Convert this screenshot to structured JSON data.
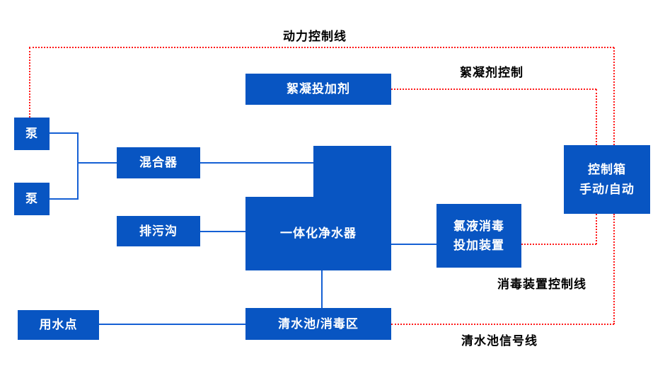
{
  "diagram": {
    "nodes": {
      "pump1": {
        "label": "泵"
      },
      "pump2": {
        "label": "泵"
      },
      "mixer": {
        "label": "混合器"
      },
      "flocculant": {
        "label": "絮凝投加剂"
      },
      "drain": {
        "label": "排污沟"
      },
      "purifier": {
        "label": "一体化净水器"
      },
      "chlorine": {
        "label_line1": "氯液消毒",
        "label_line2": "投加装置"
      },
      "control": {
        "label_line1": "控制箱",
        "label_line2": "手动/自动"
      },
      "clearwater": {
        "label": "清水池/消毒区"
      },
      "waterpoint": {
        "label": "用水点"
      }
    },
    "labels": {
      "power_control": "动力控制线",
      "flocculant_control": "絮凝剂控制",
      "disinfect_control": "消毒装置控制线",
      "clearwater_signal": "清水池信号线"
    },
    "colors": {
      "node_fill": "#0855c2",
      "node_text": "#ffffff",
      "line_blue": "#1560d4",
      "line_red": "#ff1a1a",
      "label_text": "#000000"
    }
  }
}
